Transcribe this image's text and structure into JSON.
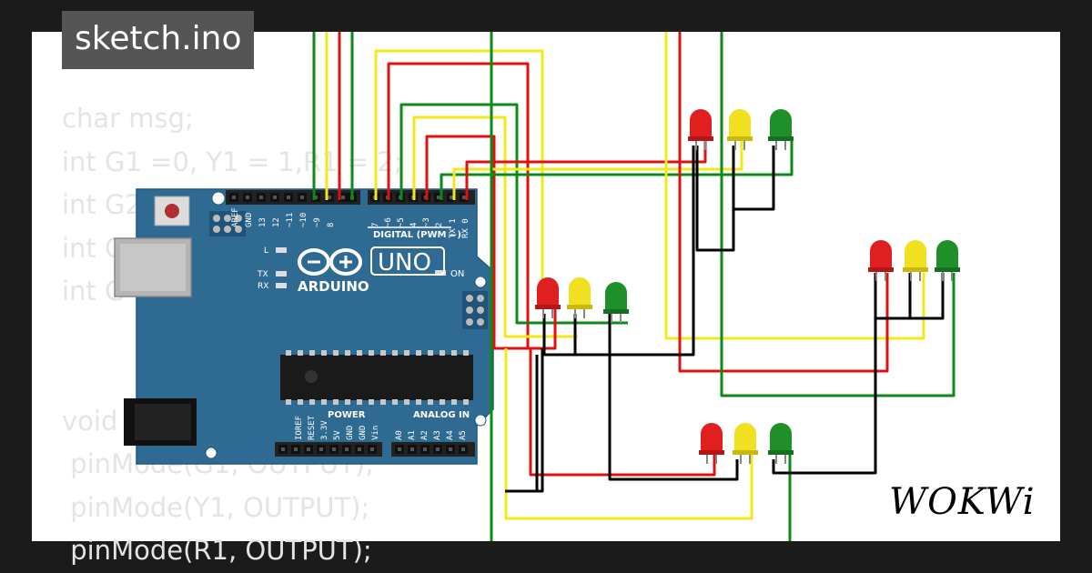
{
  "header": {
    "file_name": "sketch.ino"
  },
  "code": {
    "lines": [
      "char msg;",
      "int G1 =0, Y1 = 1,R1 = 2;",
      "int G2",
      "int G",
      "int G",
      "",
      "",
      "void",
      " pinMode(G1, OUTPUT);",
      " pinMode(Y1, OUTPUT);",
      " pinMode(R1, OUTPUT);"
    ]
  },
  "board": {
    "name": "ARDUINO",
    "model": "UNO",
    "color": "#2f6a93",
    "header_digital": "DIGITAL (PWM ~)",
    "pins_top": [
      "AREF",
      "GND",
      "13",
      "12",
      "~11",
      "~10",
      "~9",
      "8",
      "7",
      "~6",
      "~5",
      "4",
      "~3",
      "2",
      "TX 1",
      "RX 0"
    ],
    "power_label": "POWER",
    "analog_label": "ANALOG IN",
    "pins_power": [
      "IOREF",
      "RESET",
      "3.3V",
      "5V",
      "GND",
      "GND",
      "Vin"
    ],
    "pins_analog": [
      "A0",
      "A1",
      "A2",
      "A3",
      "A4",
      "A5"
    ],
    "led_labels": [
      "L",
      "TX",
      "RX"
    ],
    "on_label": "ON"
  },
  "leds": {
    "colors": {
      "red": "#e02020",
      "yellow": "#f0e020",
      "green": "#1f8f2a"
    }
  },
  "wires": {
    "colors": {
      "red": "#e01010",
      "yellow": "#f5e81a",
      "green": "#0b8a16",
      "black": "#000000"
    }
  },
  "brand": {
    "logo": "WOKWi"
  }
}
